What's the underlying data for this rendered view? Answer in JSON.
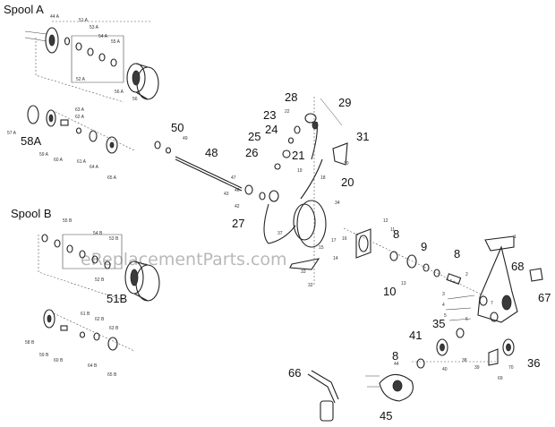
{
  "sections": {
    "spool_a": "Spool  A",
    "spool_b": "Spool  B"
  },
  "watermark": "eReplacementParts.com",
  "big_labels": {
    "p58A": "58A",
    "p51B": "51B",
    "p50": "50",
    "p48": "48",
    "p28": "28",
    "p29": "29",
    "p23": "23",
    "p24": "24",
    "p25": "25",
    "p31": "31",
    "p26": "26",
    "p21": "21",
    "p20": "20",
    "p27": "27",
    "p8a": "8",
    "p9": "9",
    "p8b": "8",
    "p10": "10",
    "p68": "68",
    "p67": "67",
    "p35": "35",
    "p41": "41",
    "p8c": "8",
    "p36": "36",
    "p66": "66",
    "p45": "45"
  },
  "small_labels": {
    "s1": "44 A",
    "s2": "51 A",
    "s3": "53 A",
    "s4": "54 A",
    "s5": "55 A",
    "s6": "52 A",
    "s7": "56 A",
    "s8": "57 A",
    "s9": "63 A",
    "s10": "62 A",
    "s11": "59 A",
    "s12": "60 A",
    "s13": "65 A",
    "s14": "64 A",
    "s15": "61 A",
    "s16": "55 B",
    "s17": "54 B",
    "s18": "53 B",
    "s19": "52 B",
    "s20": "58 B",
    "s21": "59 B",
    "s22": "60 B",
    "s23": "61 B",
    "s24": "62 B",
    "s25": "63 B",
    "s26": "64 B",
    "s27": "65 B",
    "s28": "49",
    "s29": "47",
    "s30": "46",
    "s31": "43",
    "s32": "42",
    "s33": "33",
    "s34": "34",
    "s35": "30",
    "s36": "22",
    "s37": "19",
    "s38": "11",
    "s39": "12",
    "s40": "18",
    "s41": "17",
    "s42": "16",
    "s43": "15",
    "s44": "14",
    "s45": "13",
    "s46": "32",
    "s47": "37",
    "s48": "1",
    "s49": "2",
    "s50": "3",
    "s51": "4",
    "s52": "5",
    "s53": "6",
    "s54": "7",
    "s55": "38",
    "s56": "39",
    "s57": "40",
    "s58": "44",
    "s59": "69",
    "s60": "70",
    "s61": "56"
  }
}
